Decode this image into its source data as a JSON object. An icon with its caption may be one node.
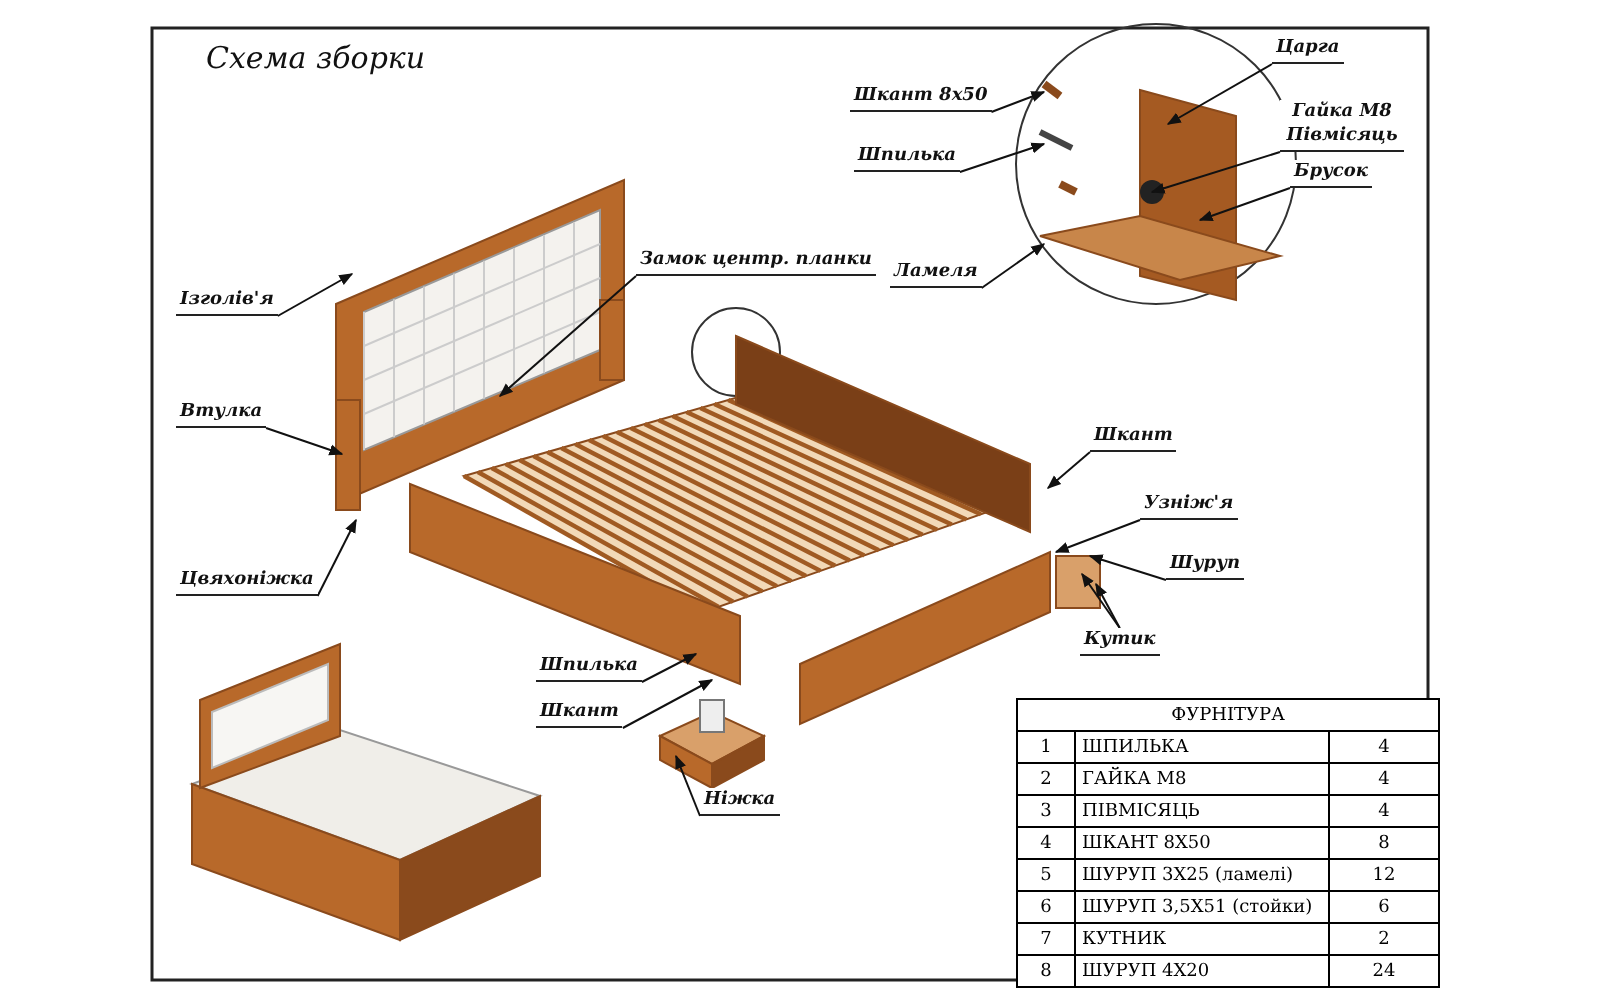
{
  "diagram": {
    "title": "Схема зборки",
    "nodes": [
      {
        "text": [
          "Шкант 8x50"
        ]
      },
      {
        "text": [
          "Шпилька"
        ]
      },
      {
        "text": [
          "Царга"
        ]
      },
      {
        "text": [
          "Гайка М8 Півмісяць"
        ]
      },
      {
        "text": [
          "Брусок"
        ]
      },
      {
        "text": [
          "Ламеля"
        ]
      },
      {
        "text": [
          "Замок центр. планки"
        ]
      },
      {
        "text": [
          "Ізголів'я"
        ]
      },
      {
        "text": [
          "Втулка"
        ]
      },
      {
        "text": [
          "Цвяхоніжка"
        ]
      },
      {
        "text": [
          "Шкант"
        ]
      },
      {
        "text": [
          "Узніж'я"
        ]
      },
      {
        "text": [
          "Шуруп"
        ]
      },
      {
        "text": [
          "Кутик"
        ]
      },
      {
        "text": [
          "Шпилька"
        ]
      },
      {
        "text": [
          "Шкант"
        ]
      },
      {
        "text": [
          "Ніжка"
        ]
      }
    ],
    "edges": [
      {
        "from": 0,
        "to": null,
        "arrow": "to"
      },
      {
        "from": 1,
        "to": null,
        "arrow": "to"
      },
      {
        "from": 2,
        "to": null,
        "arrow": "to"
      },
      {
        "from": 3,
        "to": null,
        "arrow": "to"
      },
      {
        "from": 4,
        "to": null,
        "arrow": "to"
      },
      {
        "from": 5,
        "to": null,
        "arrow": "to"
      },
      {
        "from": 6,
        "to": null,
        "arrow": "to"
      },
      {
        "from": 7,
        "to": null,
        "arrow": "to"
      },
      {
        "from": 8,
        "to": null,
        "arrow": "to"
      },
      {
        "from": 9,
        "to": null,
        "arrow": "to"
      },
      {
        "from": 10,
        "to": null,
        "arrow": "to"
      },
      {
        "from": 11,
        "to": null,
        "arrow": "to"
      },
      {
        "from": 12,
        "to": null,
        "arrow": "to"
      },
      {
        "from": 13,
        "to": null,
        "arrow": "to"
      },
      {
        "from": 13,
        "to": null,
        "arrow": "to"
      },
      {
        "from": 14,
        "to": null,
        "arrow": "to"
      },
      {
        "from": 15,
        "to": null,
        "arrow": "to"
      },
      {
        "from": 16,
        "to": null,
        "arrow": "to"
      }
    ],
    "labels": [
      "ФУРНІТУРА",
      "1",
      "ШПИЛЬКА",
      "4",
      "2",
      "ГАЙКА М8",
      "4",
      "3",
      "ПІВМІСЯЦЬ",
      "4",
      "4",
      "ШКАНТ 8Х50",
      "8",
      "5",
      "ШУРУП 3Х25 (ламелі)",
      "12",
      "6",
      "ШУРУП 3,5Х51 (стойки)",
      "6",
      "7",
      "КУТНИК",
      "2",
      "8",
      "ШУРУП 4Х20",
      "24"
    ]
  }
}
